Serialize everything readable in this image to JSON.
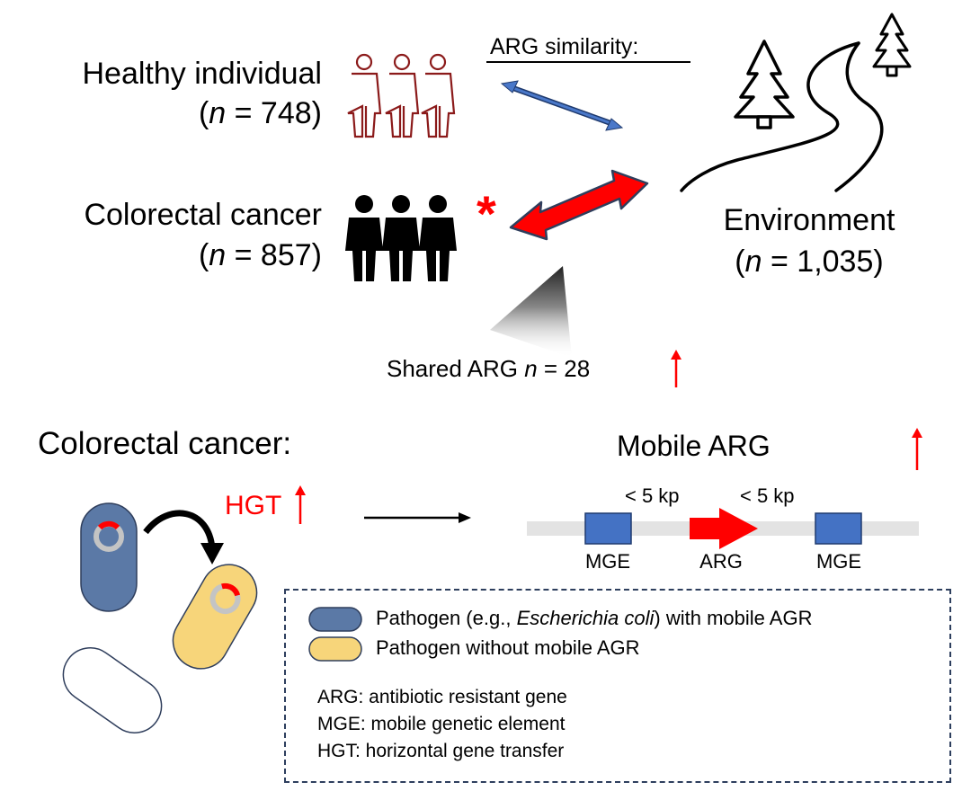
{
  "top": {
    "arg_similarity_title": "ARG similarity:",
    "healthy": {
      "label": "Healthy individual",
      "n_prefix": "(",
      "n_symbol": "n",
      "n_value": " = 748)"
    },
    "crc": {
      "label": "Colorectal cancer",
      "n_prefix": "(",
      "n_symbol": "n",
      "n_value": " = 857)",
      "significance_mark": "*"
    },
    "environment": {
      "label": "Environment",
      "n_prefix": "(",
      "n_symbol": "n",
      "n_value": " = 1,035)"
    },
    "shared": {
      "prefix": "Shared ARG ",
      "symbol": "n",
      "value": " = 28"
    }
  },
  "bottom": {
    "section_title": "Colorectal cancer:",
    "hgt_label": "HGT",
    "mobile_arg": {
      "title": "Mobile ARG",
      "distance_left": "< 5 kp",
      "distance_right": "< 5 kp",
      "left_element": "MGE",
      "center_element": "ARG",
      "right_element": "MGE"
    }
  },
  "legend": {
    "pathogen_with_prefix": "Pathogen (e.g., ",
    "pathogen_with_species": "Escherichia coli",
    "pathogen_with_suffix": ") with mobile AGR",
    "pathogen_without": "Pathogen without mobile AGR",
    "definitions": [
      "ARG: antibiotic resistant gene",
      "MGE: mobile genetic element",
      "HGT: horizontal gene transfer"
    ]
  },
  "colors": {
    "healthy_people": "#8b1a1a",
    "crc_people": "#000000",
    "healthy_arrow": "#3a63b8",
    "crc_arrow": "#ff0000",
    "increase_arrow": "#ff0000",
    "mge_box": "#4472c4",
    "pathogen_with": "#5b79a6",
    "pathogen_without": "#f7d57a",
    "legend_border": "#2e3f5e"
  }
}
